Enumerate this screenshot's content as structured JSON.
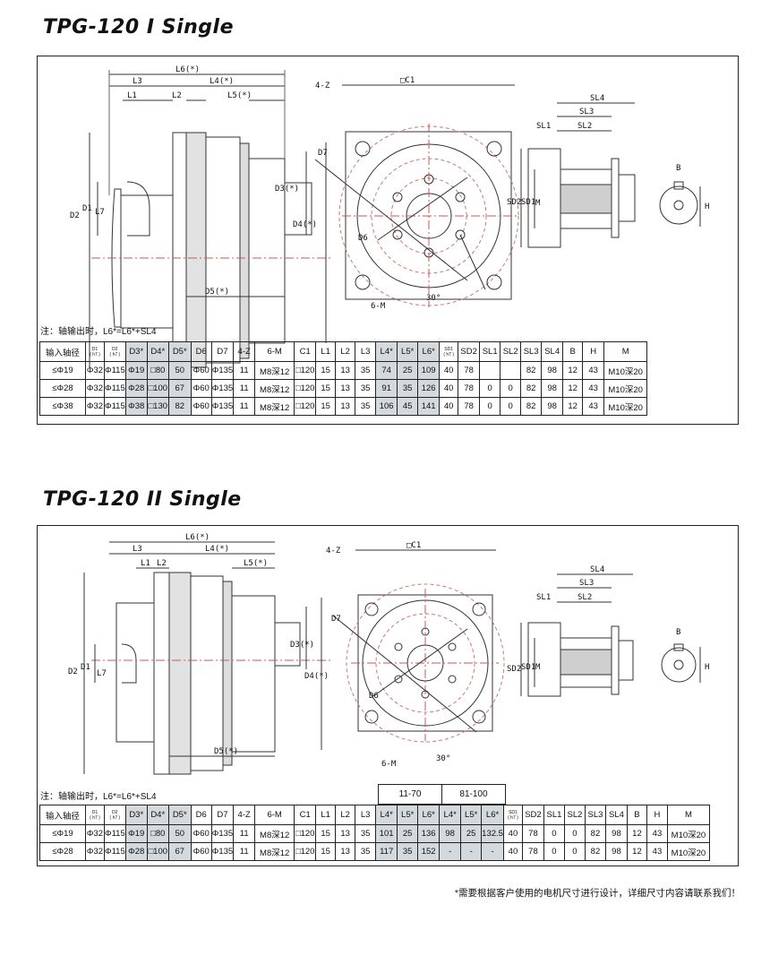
{
  "section1": {
    "title": "TPG-120  I  Single",
    "note": "注：轴输出时，L6*=L6*+SL4",
    "headers": [
      "输入轴径",
      "D1",
      "D2",
      "D3*",
      "D4*",
      "D5*",
      "D6",
      "D7",
      "4-Z",
      "6-M",
      "C1",
      "L1",
      "L2",
      "L3",
      "L4*",
      "L5*",
      "L6*",
      "SD1",
      "SD2",
      "SL1",
      "SL2",
      "SL3",
      "SL4",
      "B",
      "H",
      "M"
    ],
    "rows": [
      [
        "≤Φ19",
        "Φ32",
        "Φ115",
        "Φ19",
        "□80",
        "50",
        "Φ60",
        "Φ135",
        "11",
        "M8深12",
        "□120",
        "15",
        "13",
        "35",
        "74",
        "25",
        "109",
        "40",
        "78",
        "",
        "",
        "82",
        "98",
        "12",
        "43",
        "M10深20"
      ],
      [
        "≤Φ28",
        "Φ32",
        "Φ115",
        "Φ28",
        "□100",
        "67",
        "Φ60",
        "Φ135",
        "11",
        "M8深12",
        "□120",
        "15",
        "13",
        "35",
        "91",
        "35",
        "126",
        "40",
        "78",
        "0",
        "0",
        "82",
        "98",
        "12",
        "43",
        "M10深20"
      ],
      [
        "≤Φ38",
        "Φ32",
        "Φ115",
        "Φ38",
        "□130",
        "82",
        "Φ60",
        "Φ135",
        "11",
        "M8深12",
        "□120",
        "15",
        "13",
        "35",
        "106",
        "45",
        "141",
        "40",
        "78",
        "0",
        "0",
        "82",
        "98",
        "12",
        "43",
        "M10深20"
      ]
    ]
  },
  "section2": {
    "title": "TPG-120  II Single",
    "note": "注：轴输出时，L6*=L6*+SL4",
    "groups": [
      "11-70",
      "81-100"
    ],
    "headers": [
      "输入轴径",
      "D1",
      "D2",
      "D3*",
      "D4*",
      "D5*",
      "D6",
      "D7",
      "4-Z",
      "6-M",
      "C1",
      "L1",
      "L2",
      "L3",
      "L4*",
      "L5*",
      "L6*",
      "L4*",
      "L5*",
      "L6*",
      "SD1",
      "SD2",
      "SL1",
      "SL2",
      "SL3",
      "SL4",
      "B",
      "H",
      "M"
    ],
    "rows": [
      [
        "≤Φ19",
        "Φ32",
        "Φ115",
        "Φ19",
        "□80",
        "50",
        "Φ60",
        "Φ135",
        "11",
        "M8深12",
        "□120",
        "15",
        "13",
        "35",
        "101",
        "25",
        "136",
        "98",
        "25",
        "132.5",
        "40",
        "78",
        "0",
        "0",
        "82",
        "98",
        "12",
        "43",
        "M10深20"
      ],
      [
        "≤Φ28",
        "Φ32",
        "Φ115",
        "Φ28",
        "□100",
        "67",
        "Φ60",
        "Φ135",
        "11",
        "M8深12",
        "□120",
        "15",
        "13",
        "35",
        "117",
        "35",
        "152",
        "-",
        "-",
        "-",
        "40",
        "78",
        "0",
        "0",
        "82",
        "98",
        "12",
        "43",
        "M10深20"
      ]
    ]
  },
  "header_sub": {
    "h7": "( h7 )"
  },
  "drawing_labels": {
    "L6": "L6(*)",
    "L3": "L3",
    "L4": "L4(*)",
    "L1": "L1",
    "L2": "L2",
    "L5": "L5(*)",
    "D2": "D2",
    "D1": "D1",
    "L7": "L7",
    "D3": "D3(*)",
    "D4": "D4(*)",
    "D5": "D5(*)",
    "Z": "4-Z",
    "C1": "□C1",
    "D7": "D7",
    "D6": "D6",
    "M6": "6-M",
    "ang": "30°",
    "SL4": "SL4",
    "SL3": "SL3",
    "SL1": "SL1",
    "SL2": "SL2",
    "SD2": "SD2",
    "SD1": "SD1",
    "M": "M",
    "B": "B",
    "H": "H"
  },
  "footnote": "*需要根据客户使用的电机尺寸进行设计，详细尺寸内容请联系我们！"
}
